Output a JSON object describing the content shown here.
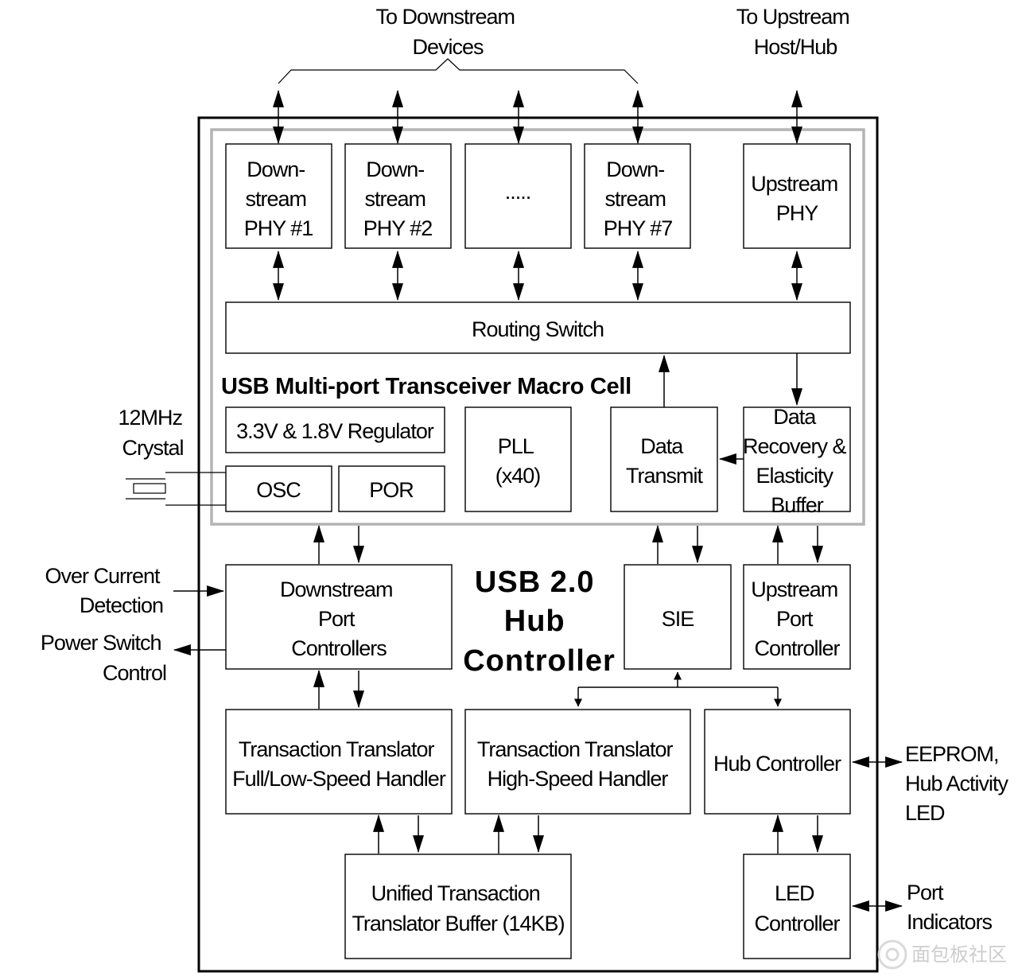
{
  "external": {
    "to_downstream": [
      "To Downstream",
      "Devices"
    ],
    "to_upstream": [
      "To Upstream",
      "Host/Hub"
    ],
    "crystal": [
      "12MHz",
      "Crystal"
    ],
    "over_current": [
      "Over Current",
      "Detection"
    ],
    "power_switch": [
      "Power Switch",
      "Control"
    ],
    "eeprom": [
      "EEPROM,",
      "Hub Activity",
      "LED"
    ],
    "port_indicators": [
      "Port",
      "Indicators"
    ]
  },
  "macro_cell": {
    "title": "USB Multi-port Transceiver Macro Cell",
    "phy1": [
      "Down-",
      "stream",
      "PHY #1"
    ],
    "phy2": [
      "Down-",
      "stream",
      "PHY #2"
    ],
    "phy_dots": ".....",
    "phy7": [
      "Down-",
      "stream",
      "PHY #7"
    ],
    "upstream_phy": [
      "Upstream",
      "PHY"
    ],
    "routing_switch": "Routing Switch",
    "regulator": "3.3V & 1.8V Regulator",
    "osc": "OSC",
    "por": "POR",
    "pll": [
      "PLL",
      "(x40)"
    ],
    "data_transmit": [
      "Data",
      "Transmit"
    ],
    "data_recovery": [
      "Data",
      "Recovery &",
      "Elasticity",
      "Buffer"
    ]
  },
  "hub": {
    "title": [
      "USB 2.0",
      "Hub",
      "Controller"
    ],
    "downstream_port_controllers": [
      "Downstream",
      "Port",
      "Controllers"
    ],
    "sie": "SIE",
    "upstream_port_controller": [
      "Upstream",
      "Port",
      "Controller"
    ],
    "tt_fullspeed": [
      "Transaction Translator",
      "Full/Low-Speed Handler"
    ],
    "tt_highspeed": [
      "Transaction Translator",
      "High-Speed Handler"
    ],
    "hub_controller": "Hub Controller",
    "tt_buffer": [
      "Unified Transaction",
      "Translator Buffer (14KB)"
    ],
    "led_controller": [
      "LED",
      "Controller"
    ]
  },
  "watermark": "面包板社区"
}
